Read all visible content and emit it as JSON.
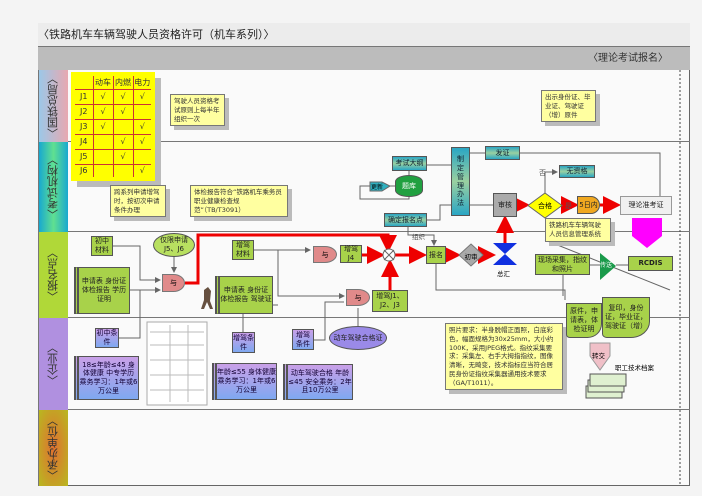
{
  "title": "〈铁路机车车辆驾驶人员资格许可（机车系列）〉",
  "subtitle": "〈理论考试报名〉",
  "lanes": [
    "〈国铁总局〉",
    "〈考试机构〉",
    "〈报名点〉",
    "〈企业〉",
    "〈承办单位〉"
  ],
  "table": {
    "headers": [
      "",
      "动车",
      "内燃",
      "电力"
    ],
    "rows": [
      [
        "J1",
        "√",
        "√",
        "√"
      ],
      [
        "J2",
        "√",
        "√",
        ""
      ],
      [
        "J3",
        "√",
        "",
        "√"
      ],
      [
        "J4",
        "",
        "√",
        "√"
      ],
      [
        "J5",
        "",
        "√",
        ""
      ],
      [
        "J6",
        "",
        "",
        "√"
      ]
    ]
  },
  "notes": {
    "exam_freq": "驾驶人员资格考试原则上每半年组织一次",
    "cross": "跨系列申请增驾时，按初次申请条件办理",
    "health": "体检报告符合“铁路机车乘务员职业健康检查规范”（TB/T3091）",
    "id": "出示身份证、毕业证、驾驶证（增）原件",
    "system": "铁路机车车辆驾驶人员信息管理系统",
    "photo": "照片要求：半身脱帽正面照，白底彩色，幅面规格为30x25mm，大小约100K，采用JPEG格式。指纹采集要求：采集左、右手大拇指指纹，图像清晰，无畸变，技术指标应当符合居民身份证指纹采集器通用技术要求（GA/T1011）。"
  },
  "nodes": {
    "fazheng": "发证",
    "dagang": "考试大纲",
    "tiku": "题库",
    "update": "更新",
    "banfa": "制定管理办法",
    "baomingdian": "确定报名点",
    "zuzhi": "组织",
    "shenhe": "审核",
    "hege": "合格",
    "fou": "否",
    "wuzige": "无资格",
    "shi": "是",
    "wuri": "5日内",
    "zhunkao": "理论准考证",
    "chuzhong_cl": "初中材料",
    "shenqing1": "申请表 身份证 体检报告 学历证明",
    "only": "仅限申请J5、J6",
    "yu": "与",
    "zengjia_cl": "增驾材料",
    "shenqing2": "申请表 身份证 体检报告 驾驶证",
    "j4": "增驾J4",
    "j123": "增驾J1、J2、J3",
    "baoming": "报名",
    "chushen": "初审",
    "zonghui": "总汇",
    "caiji": "现场采集，指纹和照片",
    "chuansong": "传送",
    "rcdis": "RCDIS",
    "yuanjian": "原件，申请表，体检证明",
    "fuyin": "复印，身份证，毕业证，驾驶证（增）",
    "zhuanjiao": "转交",
    "dangan": "职工技术档案",
    "chuzhong_tj": "初中条件",
    "cond1": "18≤年龄≤45 身体健康 中专学历 乘务学习：1年或6万公里",
    "zengjia_tj1": "增驾条件",
    "cond2": "年龄≤55 身体健康 乘务学习：1年或6万公里",
    "zengjia_tj2": "增驾条件",
    "cond3": "动车驾驶合格 年龄≤45 安全乘务：2年且10万公里",
    "dongche": "动车驾驶合格证"
  },
  "colors": {
    "flow": "#ee0000",
    "material": "#a8d24a",
    "agency": "#2aa6c4",
    "enterprise": "#a48ee8",
    "note": "#ffffa0",
    "table": "#ffff00",
    "pass": "#ffff00",
    "cert": "#ff00ff"
  }
}
